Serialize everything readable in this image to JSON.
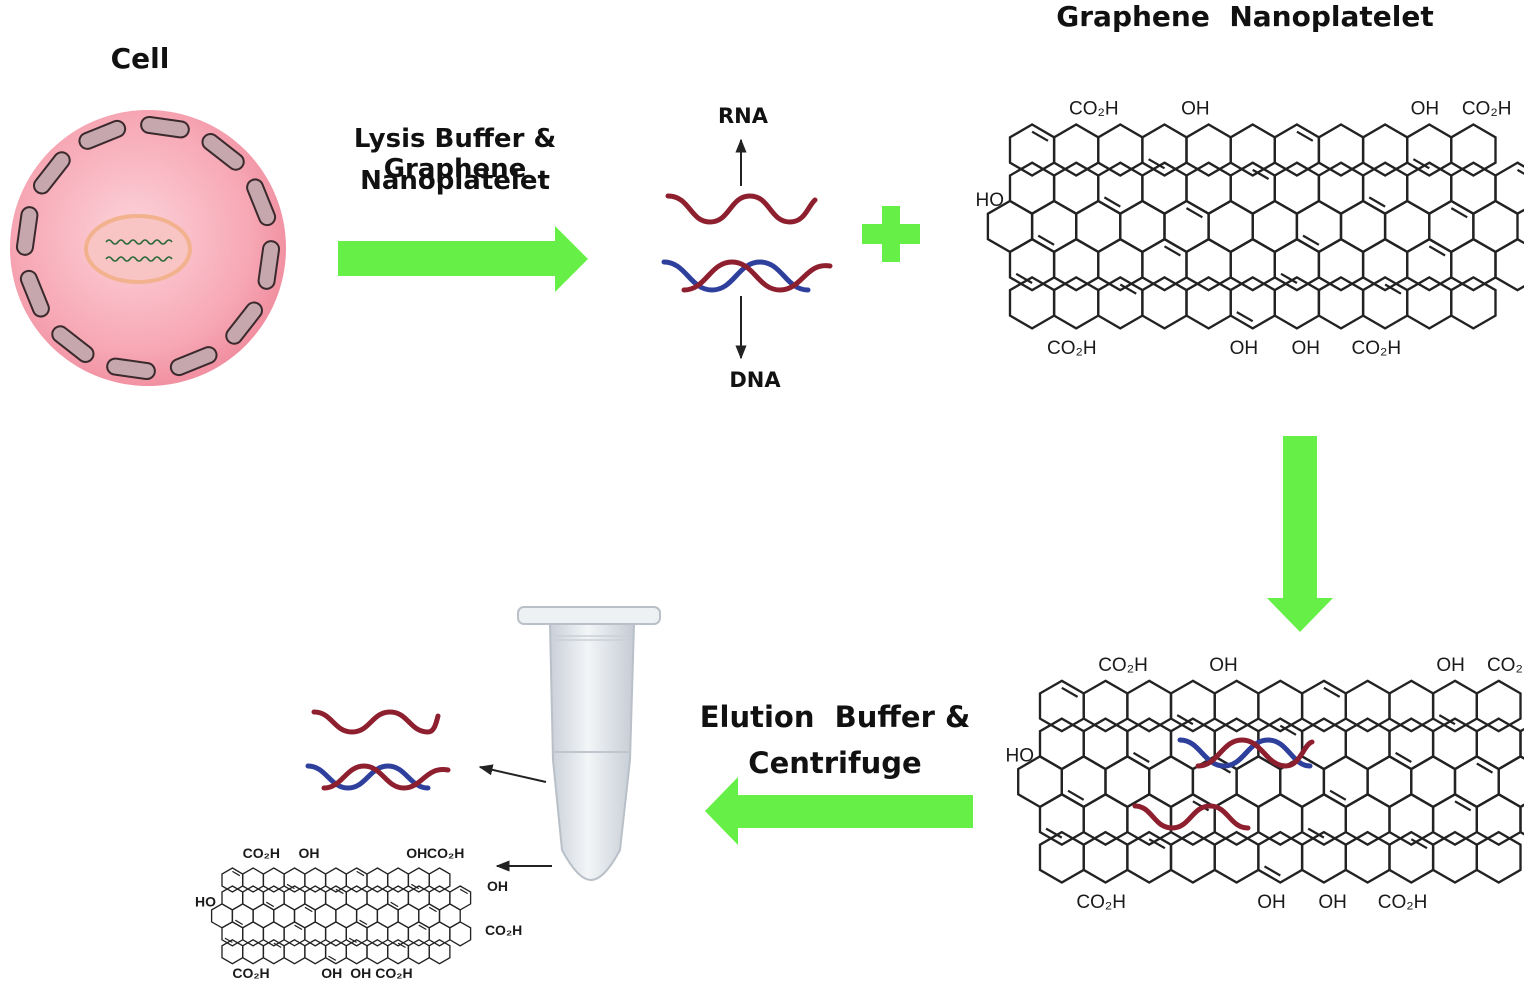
{
  "labels": {
    "cell": "Cell",
    "graphene_title": "Graphene  Nanoplatelet",
    "lysis_line1": "Lysis Buffer & Graphene",
    "lysis_line2": "Nanoplatelet",
    "rna": "RNA",
    "dna": "DNA",
    "elution_line1": "Elution  Buffer &",
    "elution_line2": "Centrifuge"
  },
  "sheet_groups": {
    "co2h": "CO₂H",
    "oh": "OH",
    "ho": "HO"
  },
  "colors": {
    "arrow_green": "#66f047",
    "cell_fill": "#f7a8b5",
    "membrane_fill": "#c6a7ad",
    "nucleus_stroke": "#f2b28e",
    "rna_strand": "#8e1f2e",
    "dna_strand_blue": "#2e3f9c",
    "tube_fill": "#dde3ea"
  }
}
